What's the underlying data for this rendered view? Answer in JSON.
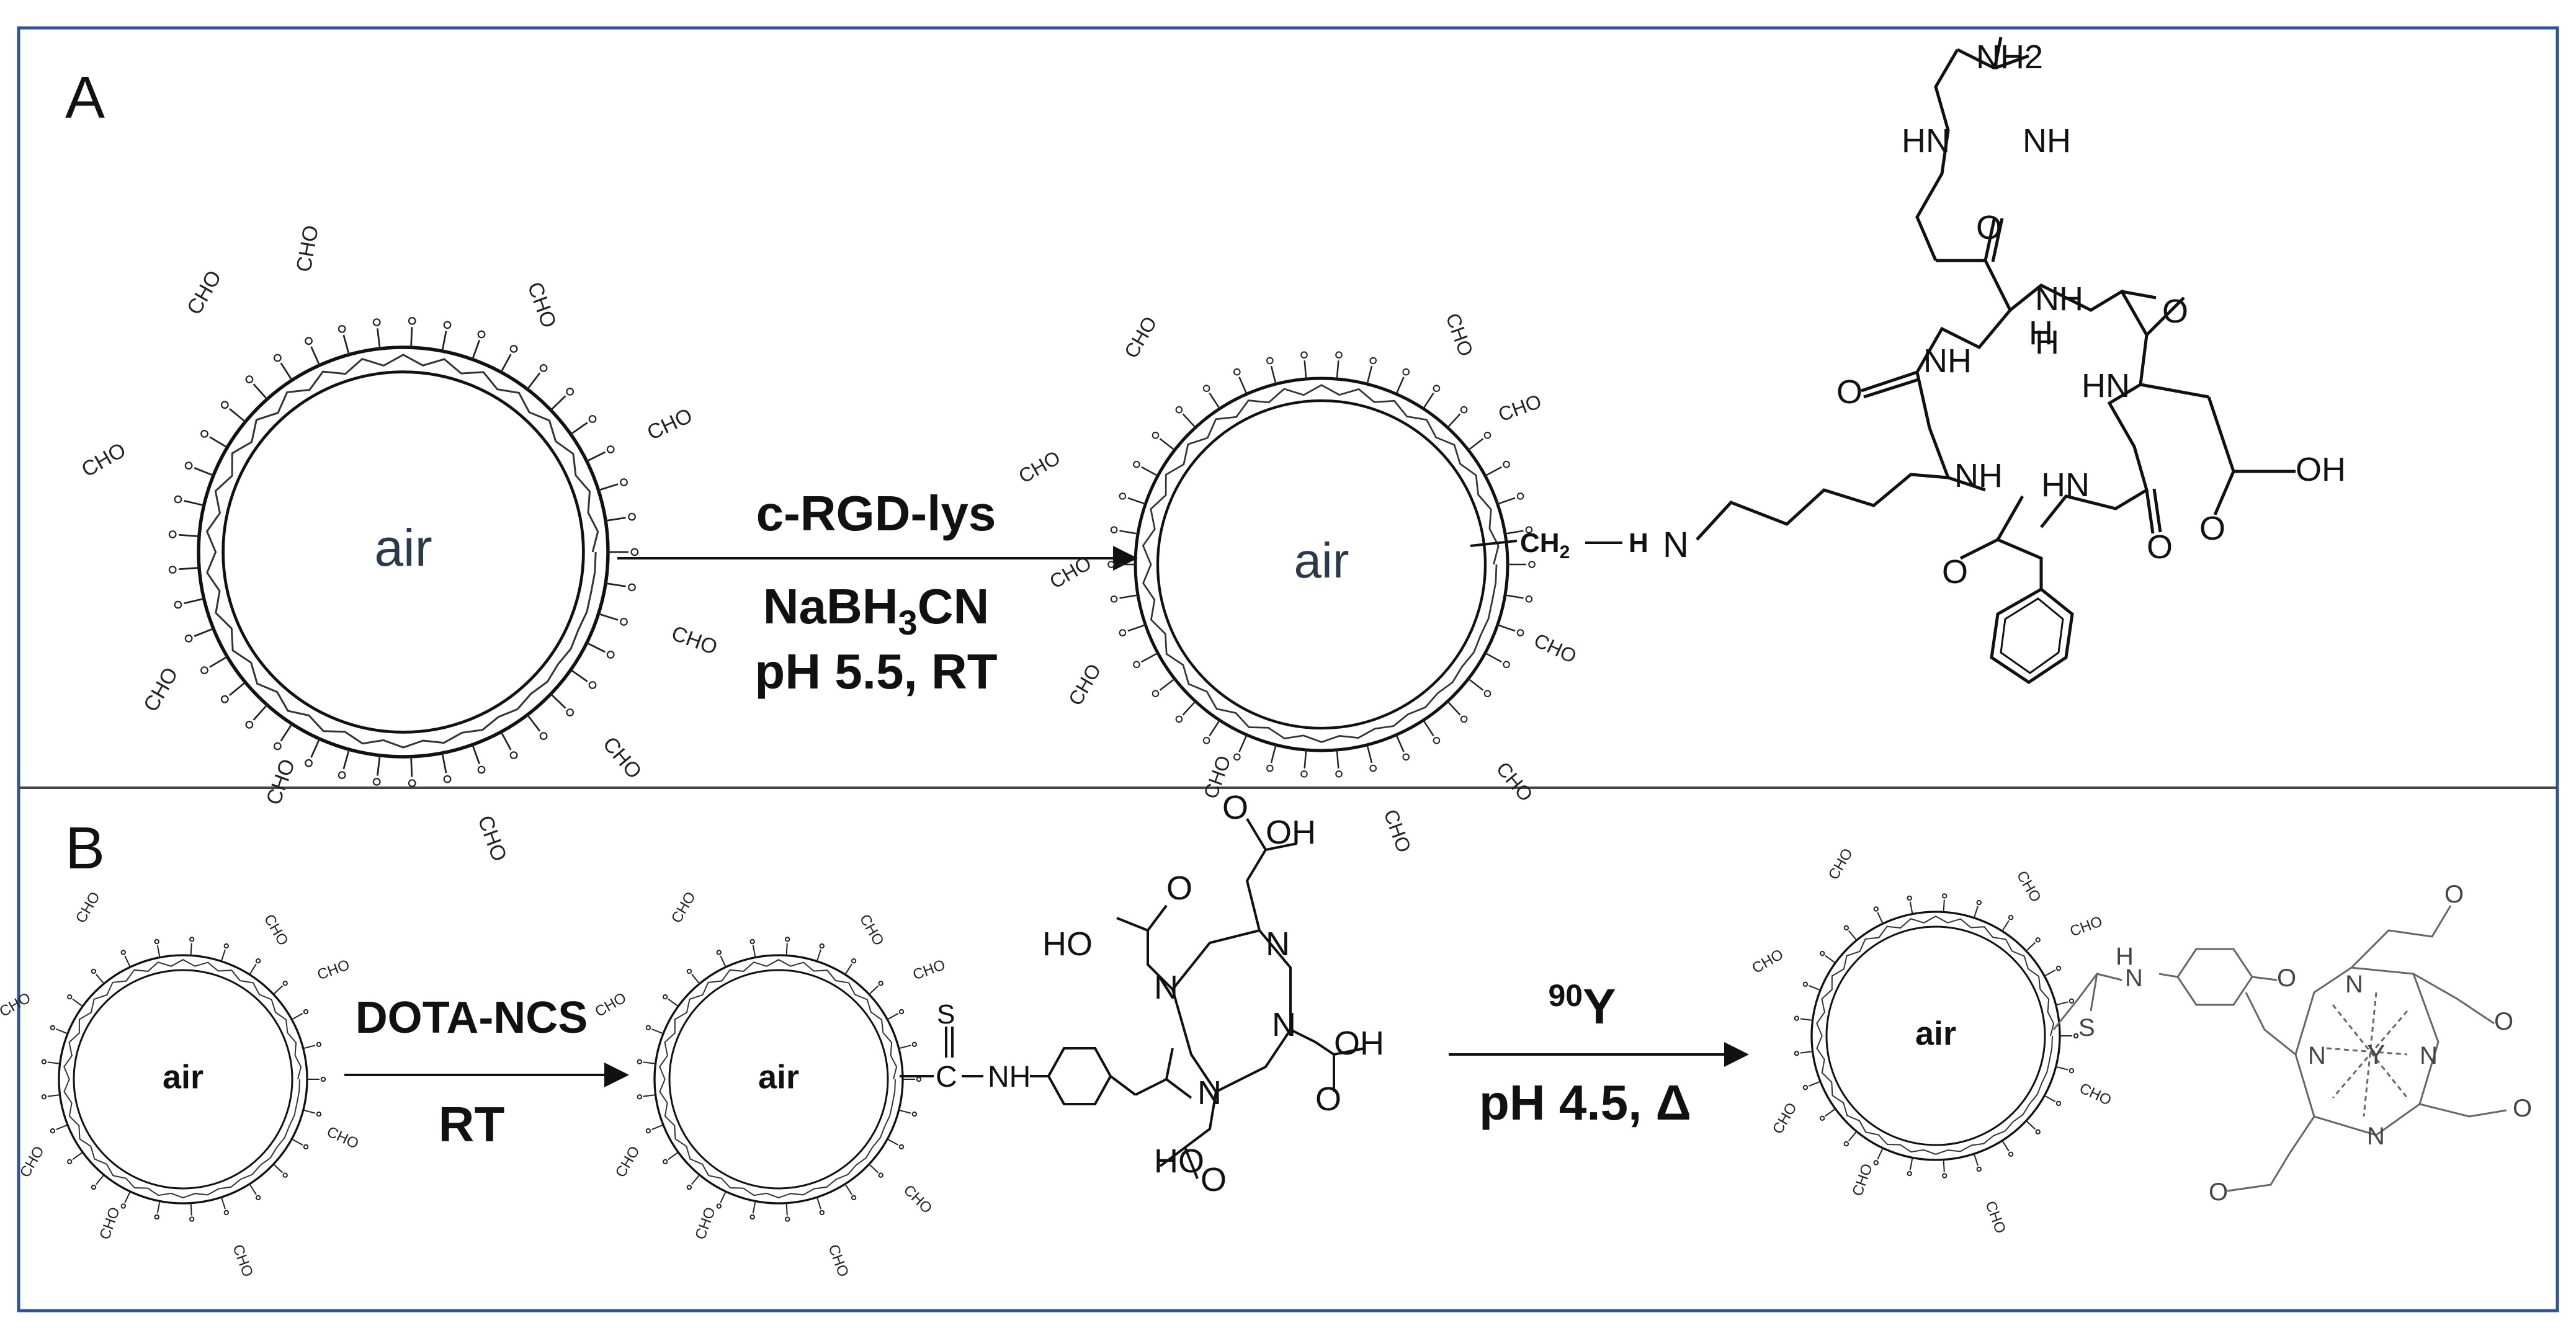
{
  "panels": {
    "a": {
      "letter": "A",
      "reagent_line1": "c-RGD-lys",
      "reagent_line2_main": "NaBH",
      "reagent_line2_sub": "3",
      "reagent_line2_end": "CN",
      "reagent_line3": "pH 5.5, RT",
      "bubble_label": "air",
      "surface_group": "CHO",
      "linker_main": "CH",
      "linker_sub": "2",
      "linker_h": "H",
      "linker_n": "N",
      "peptide_atoms": [
        "NH2",
        "HN",
        "NH",
        "O",
        "NH",
        "O",
        "NH",
        "HN",
        "O",
        "NH",
        "HN",
        "OH",
        "O",
        "O",
        "O",
        "H",
        "H"
      ]
    },
    "b": {
      "letter": "B",
      "reagent1": "DOTA-NCS",
      "condition1": "RT",
      "isotope_mass": "90",
      "isotope_symbol": "Y",
      "condition2": "pH 4.5, Δ",
      "bubble_label": "air",
      "surface_group": "CHO",
      "thiourea_s": "S",
      "thiourea_c": "C",
      "thiourea_nh": "NH",
      "dota_atoms": [
        "HO",
        "OH",
        "OH",
        "HO",
        "O",
        "O",
        "O",
        "O",
        "N",
        "N",
        "N",
        "N"
      ],
      "chelate_atoms": [
        "H",
        "N",
        "S",
        "O",
        "O",
        "O",
        "O",
        "O",
        "N",
        "N",
        "N",
        "N",
        "Y"
      ]
    }
  },
  "colors": {
    "frame": "#2f5597",
    "ink": "#111111",
    "panel_divider": "#444444"
  }
}
